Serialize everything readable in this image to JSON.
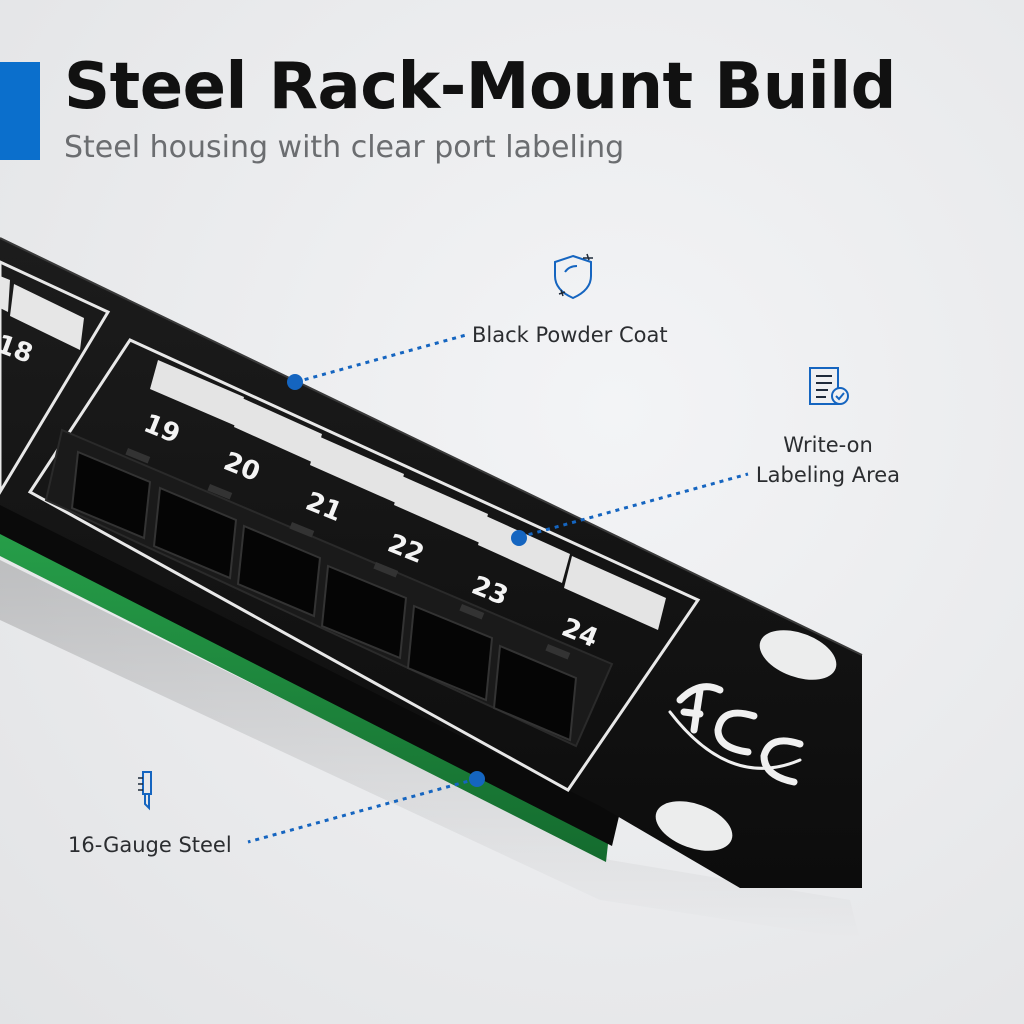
{
  "header": {
    "title": "Steel Rack-Mount Build",
    "subtitle": "Steel housing with clear port labeling",
    "accent_color": "#0b6fcc"
  },
  "panel": {
    "port_numbers": [
      "19",
      "20",
      "21",
      "22",
      "23",
      "24"
    ],
    "partial_port_number": "18",
    "body_color": "#141414",
    "pcb_color": "#1e8a3e",
    "logo": "ICC logo"
  },
  "callouts": {
    "powder_coat": {
      "label": "Black Powder Coat",
      "icon": "shield-icon"
    },
    "labeling": {
      "label_line1": "Write-on",
      "label_line2": "Labeling Area",
      "icon": "checklist-icon"
    },
    "steel": {
      "label": "16-Gauge Steel",
      "icon": "gauge-icon"
    },
    "dot_color": "#0b6fcc"
  }
}
